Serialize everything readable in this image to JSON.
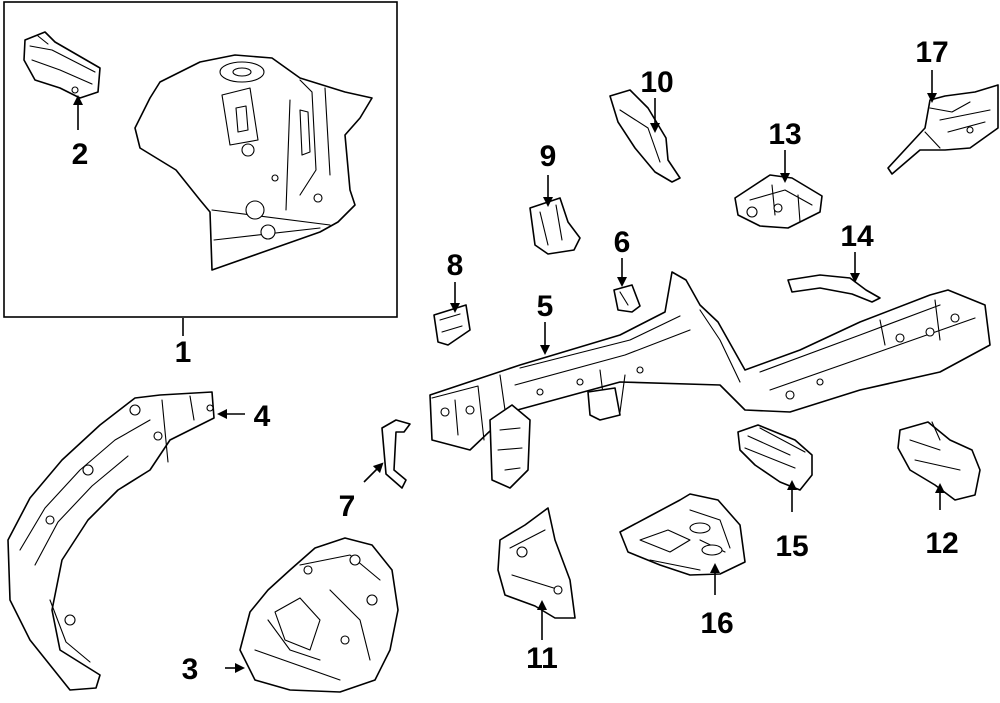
{
  "diagram": {
    "callouts": [
      {
        "id": "c1",
        "label": "1"
      },
      {
        "id": "c2",
        "label": "2"
      },
      {
        "id": "c3",
        "label": "3"
      },
      {
        "id": "c4",
        "label": "4"
      },
      {
        "id": "c5",
        "label": "5"
      },
      {
        "id": "c6",
        "label": "6"
      },
      {
        "id": "c7",
        "label": "7"
      },
      {
        "id": "c8",
        "label": "8"
      },
      {
        "id": "c9",
        "label": "9"
      },
      {
        "id": "c10",
        "label": "10"
      },
      {
        "id": "c11",
        "label": "11"
      },
      {
        "id": "c12",
        "label": "12"
      },
      {
        "id": "c13",
        "label": "13"
      },
      {
        "id": "c14",
        "label": "14"
      },
      {
        "id": "c15",
        "label": "15"
      },
      {
        "id": "c16",
        "label": "16"
      },
      {
        "id": "c17",
        "label": "17"
      }
    ],
    "colors": {
      "line": "#000000",
      "background": "#ffffff"
    }
  }
}
